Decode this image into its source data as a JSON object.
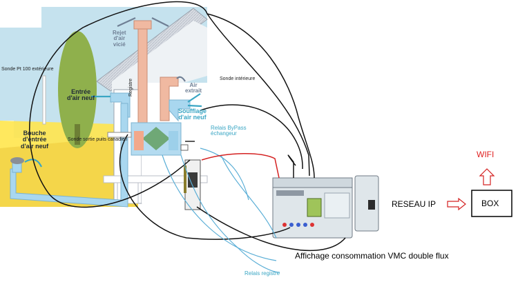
{
  "labels": {
    "rejet": "Rejet\nd'air\nvicié",
    "sonde_pt100": "Sonde Pt 100 extérieure",
    "entree_air": "Entrée\nd'air neuf",
    "registre": "Registre",
    "air_extrait": "Air\nextrait",
    "soufflage": "Soufflage\nd'air neuf",
    "sonde_interieure": "Sonde intérieure",
    "bouche": "Bouche\nd'entrée\nd'air neuf",
    "sonde_puits": "Sonde sortie puits canadien",
    "relais_bypass": "Relais ByPass\néchangeur",
    "wifi": "WIFI",
    "reseau_ip": "RESEAU IP",
    "box": "BOX",
    "affichage": "Affichage consommation VMC double flux",
    "relais_registre": "Relais registre"
  },
  "colors": {
    "sky": "#c5e2ee",
    "roof": "#c7ccd6",
    "tree": "#8fb04c",
    "ground": "#ffe54d",
    "duct_fresh": "#a9d7ef",
    "duct_exhaust": "#f0b9a1",
    "wire_black": "#111111",
    "wire_blue": "#5aaed6",
    "wire_red": "#d42020",
    "accent_red": "#e02020",
    "plc_body": "#dfe6ea",
    "plc_screen": "#9fc45a"
  }
}
